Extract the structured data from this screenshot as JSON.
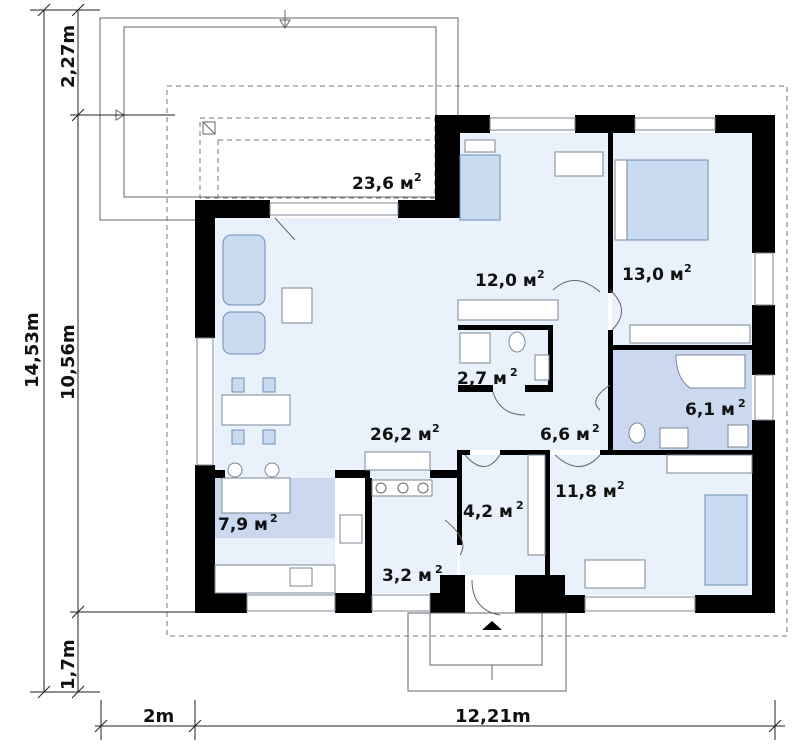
{
  "rooms": [
    {
      "id": "terrace",
      "value": "23,6",
      "unit": "м",
      "exp": "2"
    },
    {
      "id": "bedroom-small",
      "value": "12,0",
      "unit": "м",
      "exp": "2"
    },
    {
      "id": "bedroom-master",
      "value": "13,0",
      "unit": "м",
      "exp": "2"
    },
    {
      "id": "wc",
      "value": "2,7",
      "unit": "м",
      "exp": "2"
    },
    {
      "id": "living",
      "value": "26,2",
      "unit": "м",
      "exp": "2"
    },
    {
      "id": "hall",
      "value": "6,6",
      "unit": "м",
      "exp": "2"
    },
    {
      "id": "bathroom",
      "value": "6,1",
      "unit": "м",
      "exp": "2"
    },
    {
      "id": "kitchen",
      "value": "7,9",
      "unit": "м",
      "exp": "2"
    },
    {
      "id": "vestibule",
      "value": "4,2",
      "unit": "м",
      "exp": "2"
    },
    {
      "id": "bedroom-third",
      "value": "11,8",
      "unit": "м",
      "exp": "2"
    },
    {
      "id": "utility",
      "value": "3,2",
      "unit": "м",
      "exp": "2"
    }
  ],
  "dimensions": {
    "total_height": {
      "value": "14,53",
      "unit": "m"
    },
    "house_height": {
      "value": "10,56",
      "unit": "m"
    },
    "terrace_depth": {
      "value": "2,27",
      "unit": "m"
    },
    "porch_depth": {
      "value": "1,7",
      "unit": "m"
    },
    "terrace_width": {
      "value": "2",
      "unit": "m"
    },
    "house_width": {
      "value": "12,21",
      "unit": "m"
    }
  },
  "icons": {
    "entrance": "entrance-arrow-icon",
    "stove": "stove-icon"
  },
  "colors": {
    "walls": "#000000",
    "room_fill": "#e9f2fb",
    "room_fill_dark": "#cad9f0",
    "furniture": "#c9dbf1"
  }
}
